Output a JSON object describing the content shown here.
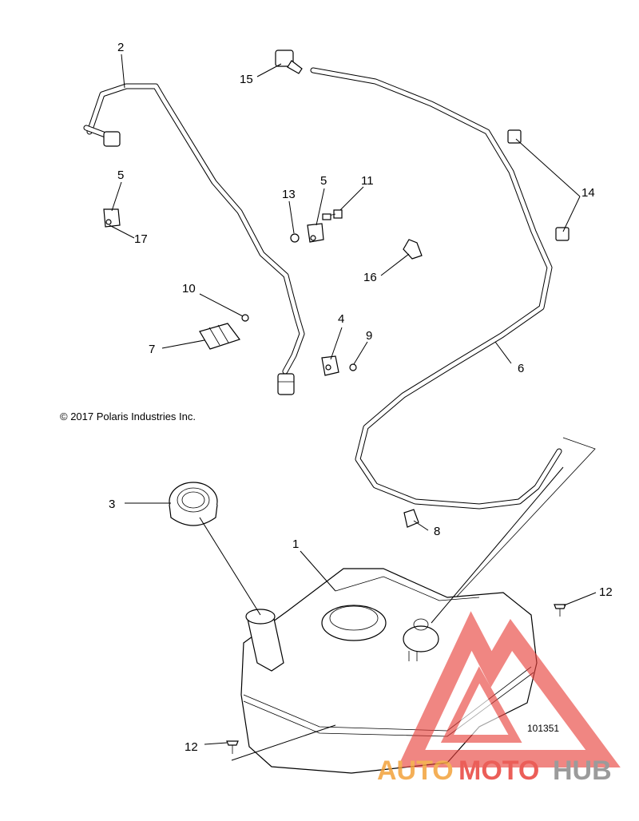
{
  "copyright": "© 2017 Polaris Industries Inc.",
  "figure_number": "101351",
  "callouts": [
    "1",
    "2",
    "3",
    "4",
    "5",
    "5",
    "6",
    "7",
    "8",
    "9",
    "10",
    "11",
    "12",
    "12",
    "13",
    "14",
    "15",
    "16",
    "17"
  ],
  "watermark": {
    "auto": "AUTO",
    "moto": "MOTO",
    "hub": "HUB",
    "colors": {
      "red": "#e8423c",
      "orange": "#f3a23a",
      "gray": "#8a8a8a"
    }
  }
}
